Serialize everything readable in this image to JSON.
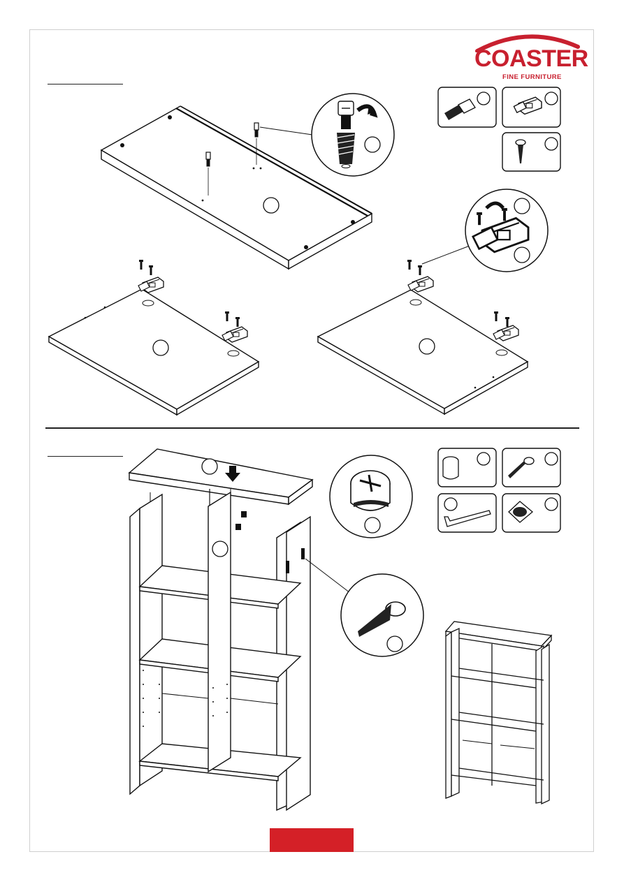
{
  "brand": {
    "name": "COASTER",
    "tagline": "FINE FURNITURE",
    "color": "#c8202f"
  },
  "page_number_bar_color": "#d42027",
  "steps": [
    {
      "id": "step-top-hinges",
      "icons": [
        "cam-dowel-icon",
        "hinge-icon",
        "wood-screw-icon",
        "screwdriver-rotate-icon"
      ]
    },
    {
      "id": "step-attach-top",
      "icons": [
        "cam-lock-icon",
        "connector-bolt-icon",
        "allen-key-icon",
        "felt-pad-icon"
      ]
    }
  ]
}
